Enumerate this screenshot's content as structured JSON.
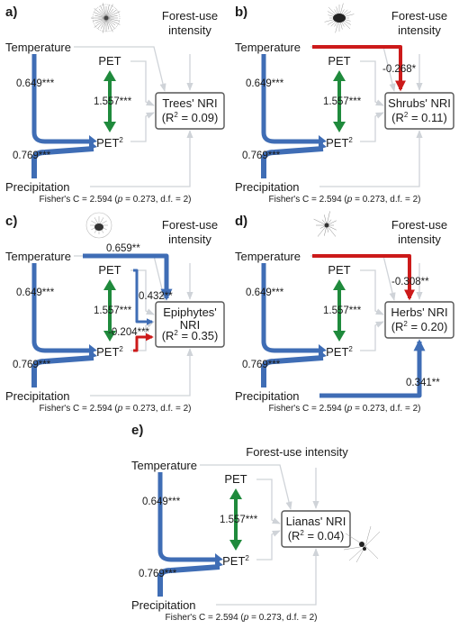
{
  "panels": [
    {
      "letter": "a)",
      "response_line1": "Trees' NRI",
      "r2": "0.09"
    },
    {
      "letter": "b)",
      "response_line1": "Shrubs' NRI",
      "r2": "0.11"
    },
    {
      "letter": "c)",
      "response_line1": "Epiphytes'",
      "response_line2": "NRI",
      "r2": "0.35"
    },
    {
      "letter": "d)",
      "response_line1": "Herbs' NRI",
      "r2": "0.20"
    },
    {
      "letter": "e)",
      "response_line1": "Lianas' NRI",
      "r2": "0.04"
    }
  ],
  "nodes": {
    "temperature": "Temperature",
    "pet": "PET",
    "pet2": "PET",
    "pet2_sup": "2",
    "precipitation": "Precipitation",
    "forest_line1": "Forest-use",
    "forest_line2": "intensity",
    "forest_single": "Forest-use intensity",
    "r2_prefix": "(R",
    "r2_sup": "2",
    "r2_eq": " = ",
    "r2_close": ")"
  },
  "coefficients": {
    "temp_pet2": "0.649***",
    "pet_pet2": "1.557***",
    "precip_pet2": "0.769***",
    "b_temp_resp": "-0.268*",
    "c_temp_resp": "0.659**",
    "c_pet_resp": "0.432**",
    "c_pet2_resp": "-0.204***",
    "d_temp_resp": "-0.308**",
    "d_precip_resp": "0.341**"
  },
  "fisher": {
    "prefix": "Fisher's C = 2.594 (",
    "p": "p",
    "middle": " = 0.273, d.f. = 2)"
  },
  "colors": {
    "positive": "#3f6db5",
    "negative": "#cc1a1a",
    "correlation": "#1f8a3c",
    "nonsignificant": "#cfd3d8"
  },
  "icons": [
    "tree-icon",
    "shrub-icon",
    "epiphyte-icon",
    "herb-icon",
    "liana-icon"
  ]
}
